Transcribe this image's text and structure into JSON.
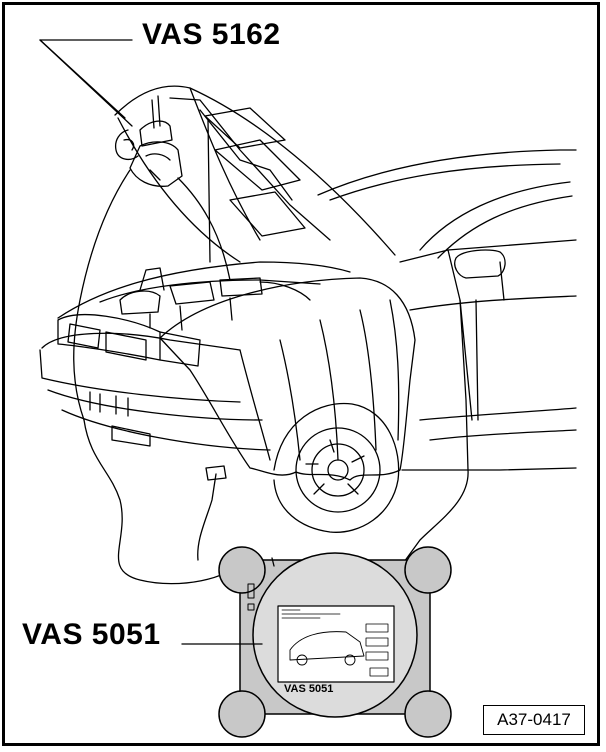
{
  "labels": {
    "vas5162": "VAS 5162",
    "vas5051": "VAS 5051",
    "device_caption": "VAS 5051"
  },
  "reference": {
    "code": "A37-0417"
  },
  "colors": {
    "line": "#000000",
    "device_fill": "#c8c8c8",
    "background": "#ffffff"
  }
}
